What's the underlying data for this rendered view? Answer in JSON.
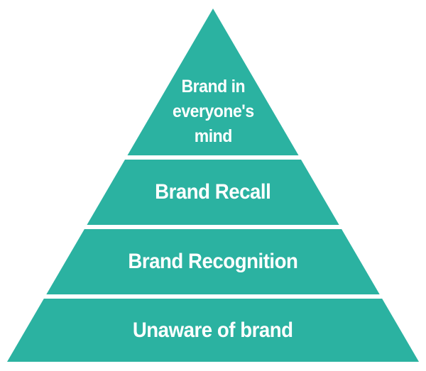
{
  "pyramid": {
    "levels": [
      {
        "label": "Brand in everyone's mind",
        "lines": [
          "Brand in",
          "everyone's",
          "mind"
        ]
      },
      {
        "label": "Brand Recall"
      },
      {
        "label": "Brand Recognition"
      },
      {
        "label": "Unaware of brand"
      }
    ]
  },
  "colors": {
    "fill": "#2BB2A1",
    "text": "#FFFFFF",
    "background": "#FFFFFF"
  }
}
